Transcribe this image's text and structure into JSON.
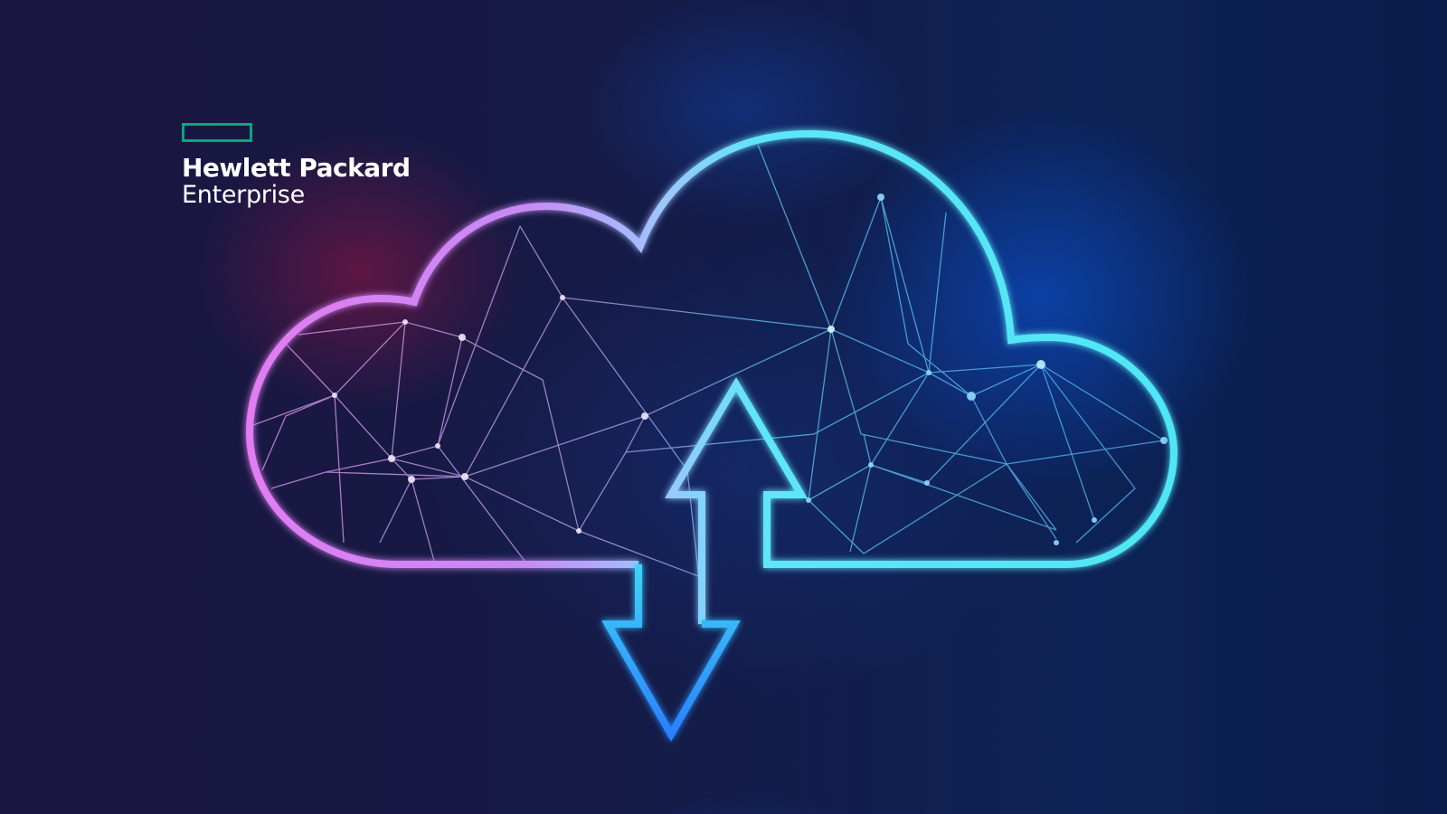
{
  "brand": {
    "name_line1": "Hewlett Packard",
    "name_line2": "Enterprise",
    "logo_color": "#01a982"
  },
  "illustration": {
    "subject": "cloud-upload-download",
    "icons": [
      "cloud-icon",
      "upload-arrow-icon",
      "download-arrow-icon",
      "network-mesh"
    ],
    "colors": {
      "background_dark": "#161a45",
      "glow_left": "#96144a",
      "glow_right": "#0a5ae6",
      "outline_left": "#e27cf2",
      "outline_mid": "#7fb8ff",
      "outline_right": "#4fe6f5",
      "arrow_down": "#2f8cff"
    }
  }
}
